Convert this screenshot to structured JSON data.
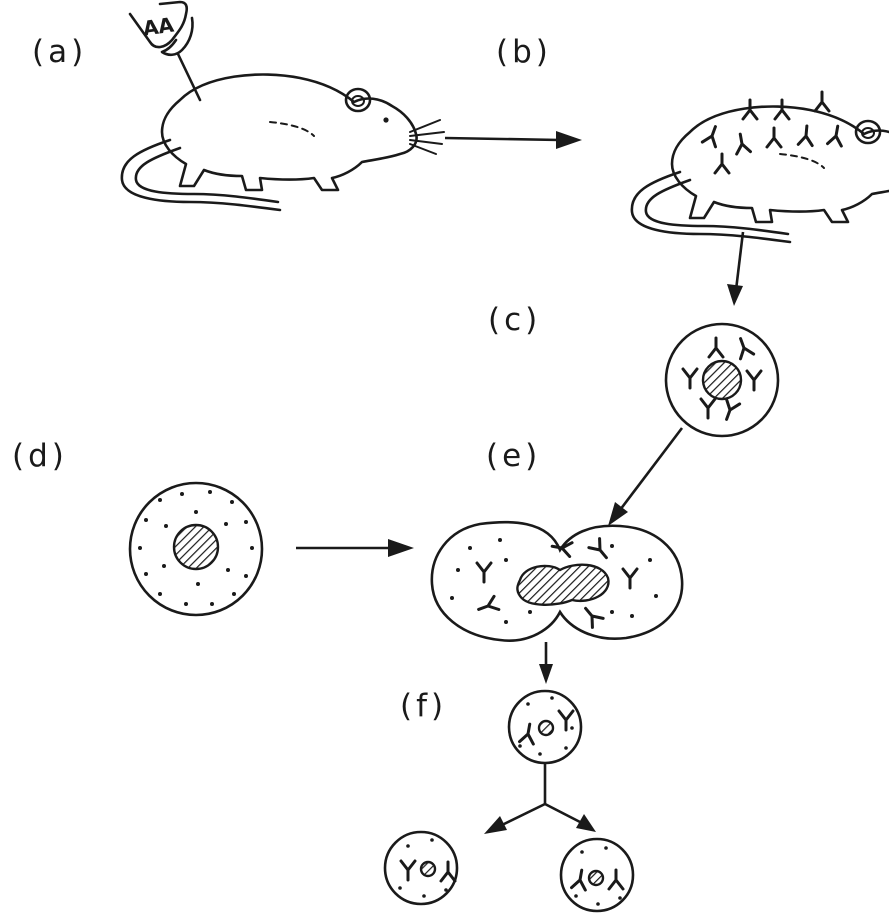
{
  "labels": {
    "a": "(a)",
    "b": "(b)",
    "c": "(c)",
    "d": "(d)",
    "e": "(e)",
    "f": "(f)"
  },
  "syringe_text": "AA"
}
